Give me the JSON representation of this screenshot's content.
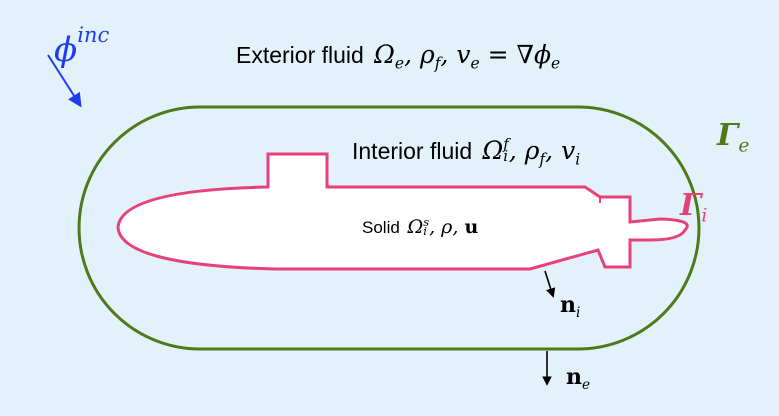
{
  "incident": {
    "symbol": "ϕ",
    "sup": "inc"
  },
  "exterior": {
    "text": "Exterior fluid",
    "omega": "Ω",
    "omega_sub": "e",
    "rho": "ρ",
    "rho_sub": "f",
    "v": "v",
    "v_sub": "e",
    "eq": "= ∇",
    "phi": "ϕ",
    "phi_sub": "e"
  },
  "interior": {
    "text": "Interior fluid",
    "omega": "Ω",
    "omega_sup": "f",
    "omega_sub": "i",
    "rho": "ρ",
    "rho_sub": "f",
    "v": "v",
    "v_sub": "i"
  },
  "solid": {
    "text": "Solid",
    "omega": "Ω",
    "omega_sup": "s",
    "omega_sub": "i",
    "rho": "ρ",
    "u": "u"
  },
  "boundaries": {
    "gamma_e": "Γ",
    "gamma_e_sub": "e",
    "gamma_i": "Γ",
    "gamma_i_sub": "i"
  },
  "normals": {
    "n_i": "n",
    "n_i_sub": "i",
    "n_e": "n",
    "n_e_sub": "e"
  },
  "colors": {
    "background": "#e2f1fa",
    "exterior_boundary": "#4f7a1c",
    "interior_boundary": "#e8407a",
    "incident": "#1e3df0",
    "solid_fill": "#ffffff"
  }
}
